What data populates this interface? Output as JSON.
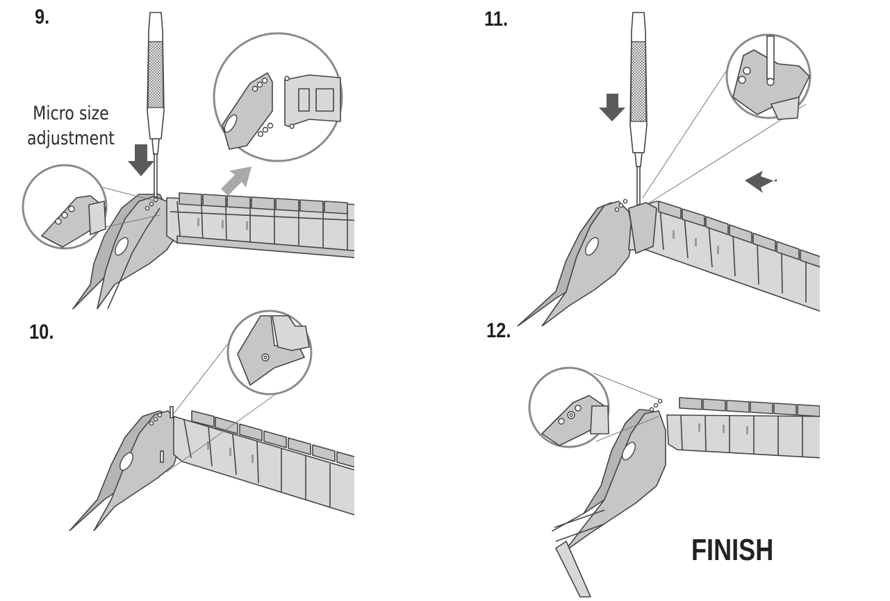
{
  "steps": [
    {
      "number": "9.",
      "caption_line1": "Micro size",
      "caption_line2": "adjustment"
    },
    {
      "number": "10."
    },
    {
      "number": "11."
    },
    {
      "number": "12.",
      "finish_label": "FINISH"
    }
  ],
  "icons": {
    "screwdriver": "screwdriver-icon",
    "push_arrow": "arrow-icon",
    "zoom_detail": "magnifier-circle"
  },
  "colors": {
    "metal": "#c6c6c6",
    "outline": "#444444",
    "arrow_dark": "#5a5a5a",
    "arrow_light": "#a9a9a9",
    "frame": "#8a8a8a"
  }
}
